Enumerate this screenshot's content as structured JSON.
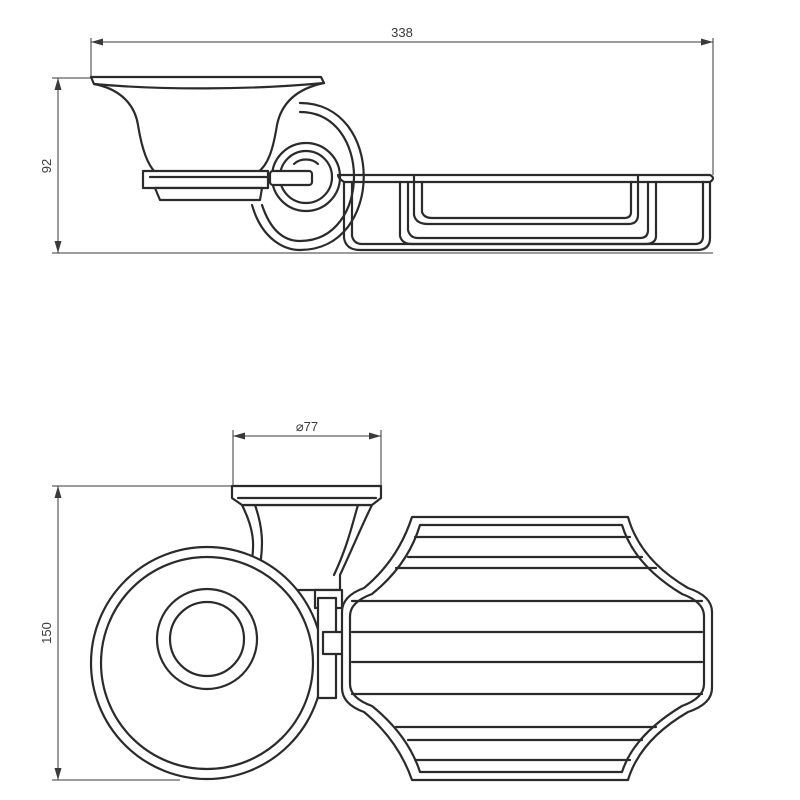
{
  "dimensions": {
    "overall_width": "338",
    "side_height": "92",
    "cup_diameter": "⌀77",
    "front_height": "150"
  },
  "colors": {
    "line": "#2b2b2b",
    "dimension": "#3a3a3a",
    "background": "#ffffff"
  }
}
